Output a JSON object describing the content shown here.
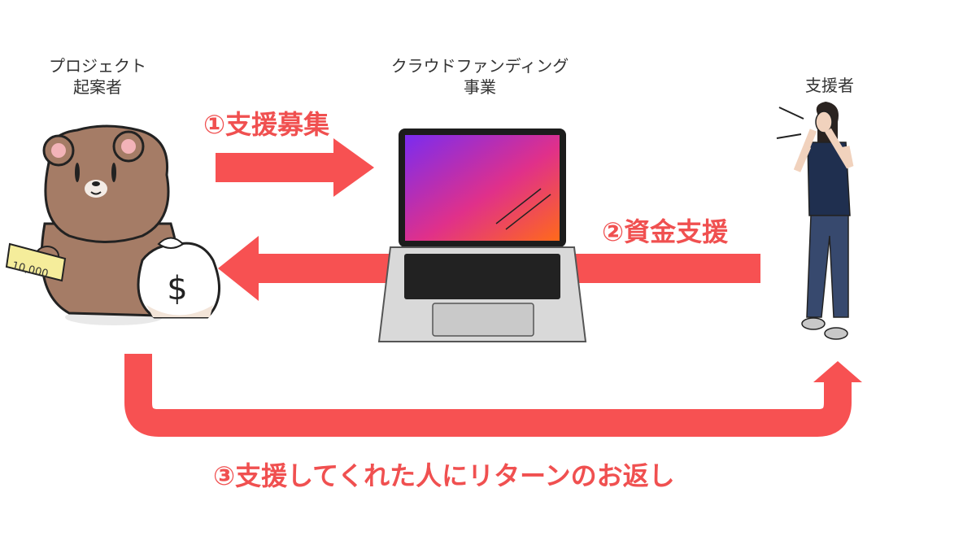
{
  "actors": {
    "project_owner": [
      "プロジェクト",
      "起案者"
    ],
    "platform": [
      "クラウドファンディング",
      "事業"
    ],
    "supporter": [
      "支援者"
    ]
  },
  "steps": {
    "step1": "①支援募集",
    "step2": "②資金支援",
    "step3": "③支援してくれた人にリターンのお返し"
  },
  "money": {
    "bill_amount": "10,000",
    "bag_symbol": "$"
  },
  "colors": {
    "arrow_red": "#f75152",
    "text_red": "#f05050",
    "bear_brown": "#a57c66"
  }
}
